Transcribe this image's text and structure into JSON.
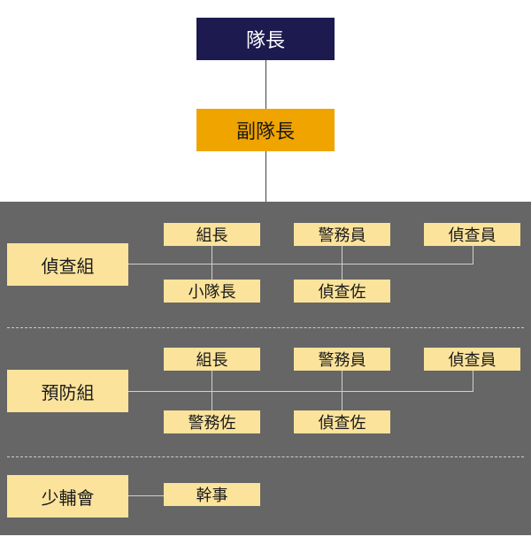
{
  "chief": {
    "label": "隊長",
    "color": "#1c1a4f"
  },
  "deputy": {
    "label": "副隊長",
    "color": "#f0a400"
  },
  "panel_color": "#666666",
  "box_color": "#fbe39c",
  "units": [
    {
      "name": "偵查組",
      "top_roles": [
        "組長",
        "警務員",
        "偵查員"
      ],
      "bottom_roles": [
        "小隊長",
        "偵查佐"
      ]
    },
    {
      "name": "預防組",
      "top_roles": [
        "組長",
        "警務員",
        "偵查員"
      ],
      "bottom_roles": [
        "警務佐",
        "偵查佐"
      ]
    },
    {
      "name": "少輔會",
      "top_roles": [
        "幹事"
      ],
      "bottom_roles": []
    }
  ]
}
